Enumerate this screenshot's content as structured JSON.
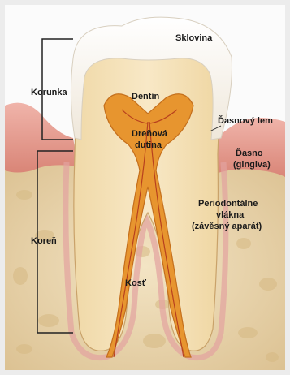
{
  "labels": {
    "sklovina": "Sklovina",
    "korunka": "Korunka",
    "dentin": "Dentín",
    "drenova_line1": "Dreňová",
    "drenova_line2": "dutina",
    "dasnovy_lem": "Ďasnový lem",
    "dasno_line1": "Ďasno",
    "dasno_line2": "(gingiva)",
    "periodontalne_line1": "Periodontálne",
    "periodontalne_line2": "vlákna",
    "periodontalne_line3": "(závěsný aparát)",
    "koren": "Koreň",
    "kost": "Kosť"
  },
  "colors": {
    "background": "#ececec",
    "enamel": "#f7f3ec",
    "dentin": "#f4e2b8",
    "pulp": "#e7952f",
    "gum": "#e7a39a",
    "bone": "#ecd9b2",
    "bracket": "#222222"
  }
}
